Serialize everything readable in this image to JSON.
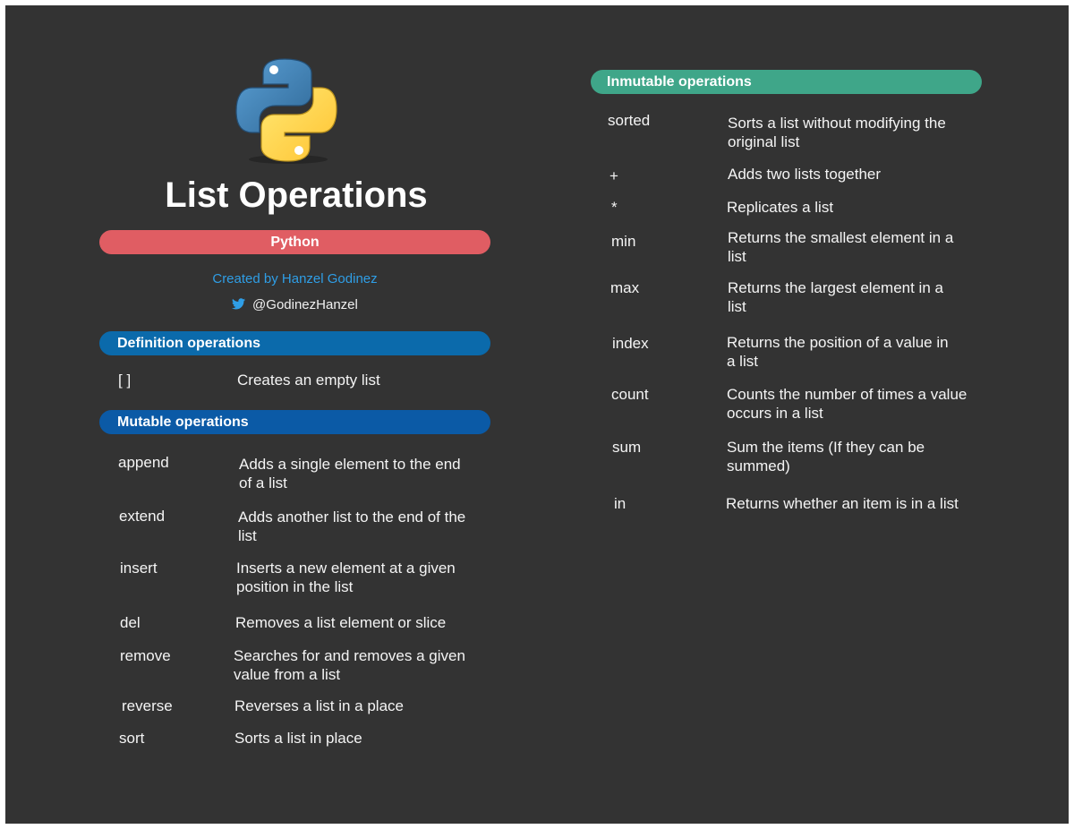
{
  "header": {
    "logo_name": "python-logo-icon",
    "title": "List Operations",
    "language_label": "Python",
    "credit": "Created by Hanzel Godinez",
    "twitter_icon": "twitter-bird-icon",
    "handle": "@GodinezHanzel"
  },
  "colors": {
    "background": "#333333",
    "python_pill": "#e05d63",
    "definition_pill": "#0b6aab",
    "mutable_pill": "#0b5aa6",
    "inmutable_pill": "#3fa689",
    "credit_text": "#2f9ee6"
  },
  "definition": {
    "heading": "Definition operations",
    "items": [
      {
        "name": "[ ]",
        "desc1": "Creates an empty list",
        "desc2": ""
      }
    ]
  },
  "mutable": {
    "heading": "Mutable operations",
    "items": [
      {
        "name": "append",
        "desc1": "Adds a single element to the end",
        "desc2": "of a list"
      },
      {
        "name": "extend",
        "desc1": "Adds another list to the end of the",
        "desc2": "list"
      },
      {
        "name": "insert",
        "desc1": "Inserts a new element at a given",
        "desc2": "position in the list"
      },
      {
        "name": "del",
        "desc1": "Removes a list element or slice",
        "desc2": ""
      },
      {
        "name": "remove",
        "desc1": "Searches for and removes a given",
        "desc2": "value from a list"
      },
      {
        "name": "reverse",
        "desc1": "Reverses a list in a place",
        "desc2": ""
      },
      {
        "name": "sort",
        "desc1": "Sorts a list in place",
        "desc2": ""
      }
    ]
  },
  "inmutable": {
    "heading": "Inmutable operations",
    "items": [
      {
        "name": "sorted",
        "desc1": "Sorts a list without modifying the",
        "desc2": "original list"
      },
      {
        "name": "+",
        "desc1": "Adds two lists together",
        "desc2": ""
      },
      {
        "name": "*",
        "desc1": "Replicates a list",
        "desc2": ""
      },
      {
        "name": "min",
        "desc1": "Returns the smallest element in a",
        "desc2": "list"
      },
      {
        "name": "max",
        "desc1": "Returns the largest element in a",
        "desc2": "list"
      },
      {
        "name": "index",
        "desc1": "Returns the position of a value in",
        "desc2": "a list"
      },
      {
        "name": "count",
        "desc1": "Counts the number of times a value",
        "desc2": "occurs in a list"
      },
      {
        "name": "sum",
        "desc1": "Sum the items (If they can be",
        "desc2": "summed)"
      },
      {
        "name": "in",
        "desc1": "Returns whether an item is in a list",
        "desc2": ""
      }
    ]
  }
}
